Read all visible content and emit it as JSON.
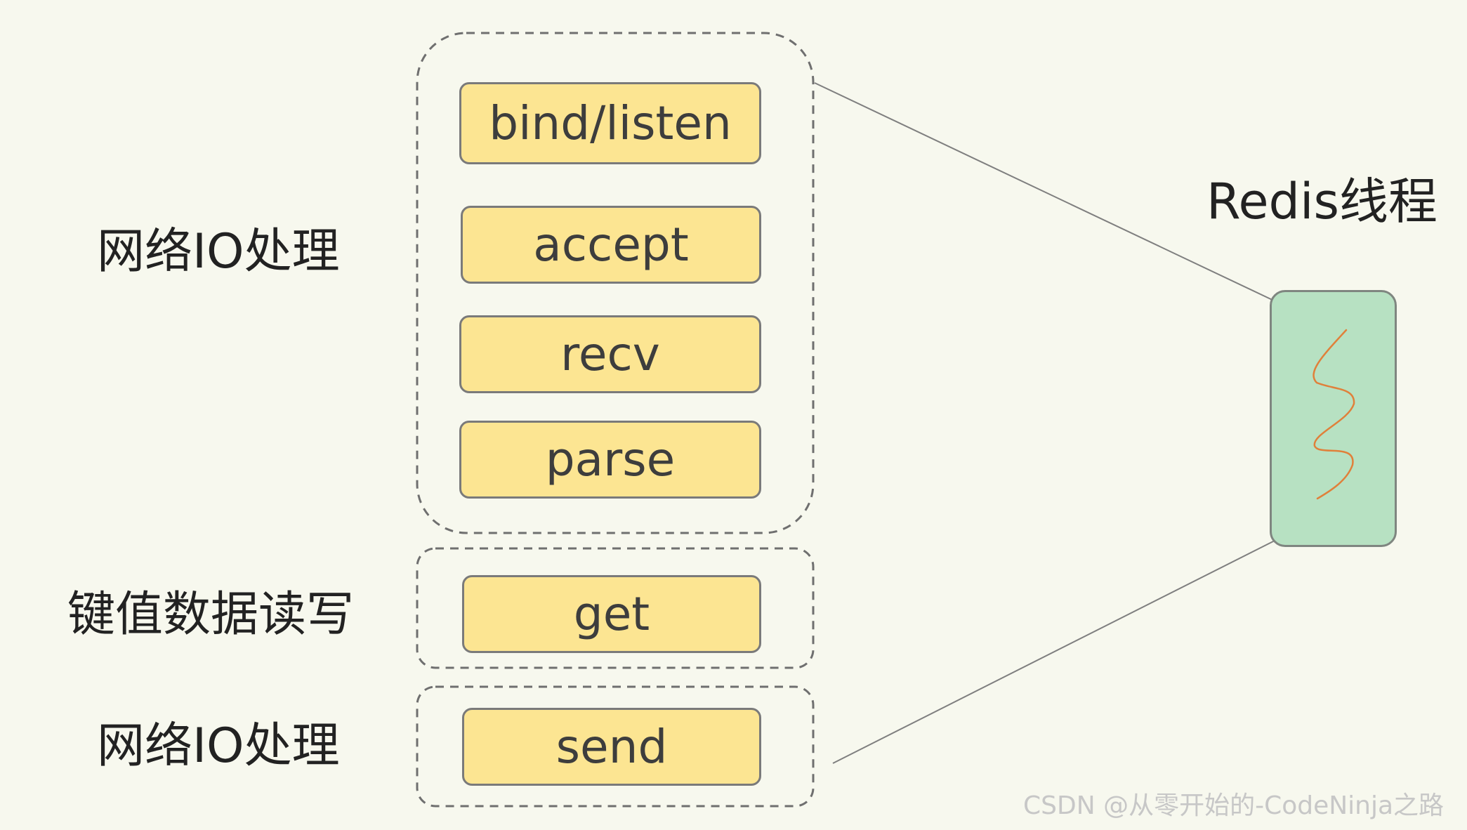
{
  "groups": {
    "network_io_top": {
      "label": "网络IO处理"
    },
    "kv_rw": {
      "label": "键值数据读写"
    },
    "network_io_bottom": {
      "label": "网络IO处理"
    }
  },
  "steps": {
    "bind_listen": "bind/listen",
    "accept": "accept",
    "recv": "recv",
    "parse": "parse",
    "get": "get",
    "send": "send"
  },
  "thread": {
    "title": "Redis线程"
  },
  "watermark": "CSDN @从零开始的-CodeNinja之路",
  "colors": {
    "background": "#f7f8ee",
    "step_fill": "#fce592",
    "thread_fill": "#b7e1c2",
    "squiggle": "#e0803a",
    "dashed_border": "#6f6f6f"
  }
}
